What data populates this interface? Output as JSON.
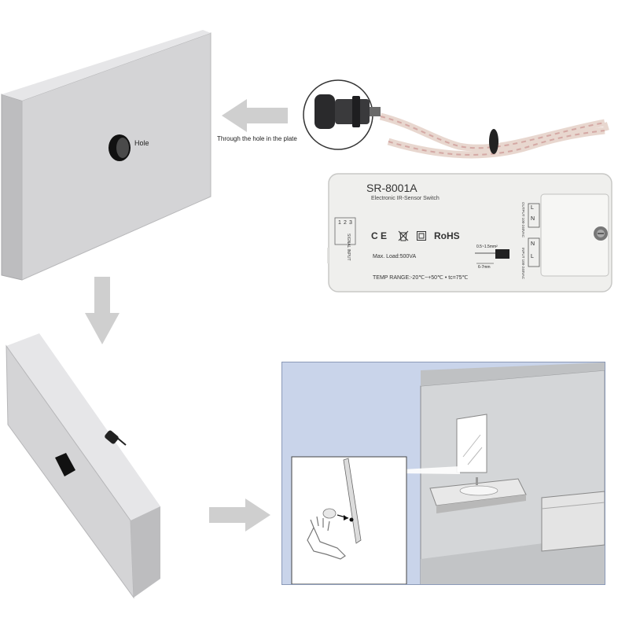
{
  "plate_top": {
    "hole_label": "Hole"
  },
  "sensor_caption": "Through  the  hole in the plate",
  "device": {
    "model": "SR-8001A",
    "subtitle": "Electronic IR-Sensor Switch",
    "marks": {
      "ce": "C E",
      "rohs": "RoHS"
    },
    "max_load": "Max. Load:500VA",
    "temp_range": "TEMP RANGE:-20℃~+50℃  • tc=75℃",
    "wire_spec": "0.5~1.5mm²",
    "strip_length": "6-7mm",
    "signal_label": "SIGNAL INPUT",
    "signal_pins": [
      "1",
      "2",
      "3"
    ],
    "output_label": "OUTPUT 100-240VAC",
    "input_label": "INPUT 100-240VAC",
    "terminals_top": [
      "L",
      "N"
    ],
    "terminals_bottom": [
      "N",
      "L"
    ]
  },
  "colors": {
    "plate_front": "#d4d4d6",
    "plate_side": "#bdbdbf",
    "arrow": "#cfcfcf",
    "scene_bg": "#c9d4ea",
    "device_body": "#efefed"
  }
}
